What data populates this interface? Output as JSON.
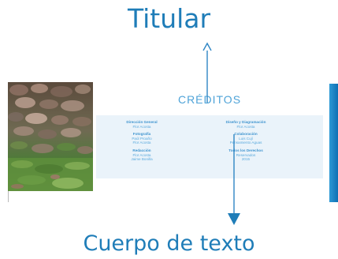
{
  "labels": {
    "top": "Titular",
    "bottom": "Cuerpo de texto"
  },
  "page": {
    "title": "CRÉDITOS",
    "left_column": [
      {
        "heading": "Dirección General",
        "names": [
          "Flor Acosta"
        ]
      },
      {
        "heading": "Fotografía",
        "names": [
          "Paúl Proaño",
          "Flor Acosta"
        ]
      },
      {
        "heading": "Redacción",
        "names": [
          "Flor Acosta",
          "Jaime Bonilla"
        ]
      }
    ],
    "right_column": [
      {
        "heading": "Diseño y Diagramación",
        "names": [
          "Flor Acosta"
        ]
      },
      {
        "heading": "Colaboración",
        "names": [
          "Luis Cují",
          "Pensamiento Aguas"
        ]
      },
      {
        "heading": "Todos los Derechos",
        "names": [
          "Reservados",
          "2015"
        ]
      }
    ]
  },
  "colors": {
    "label": "#1f7db8",
    "accent_strip": "#1a80c4",
    "box": "#eaf3fa"
  }
}
